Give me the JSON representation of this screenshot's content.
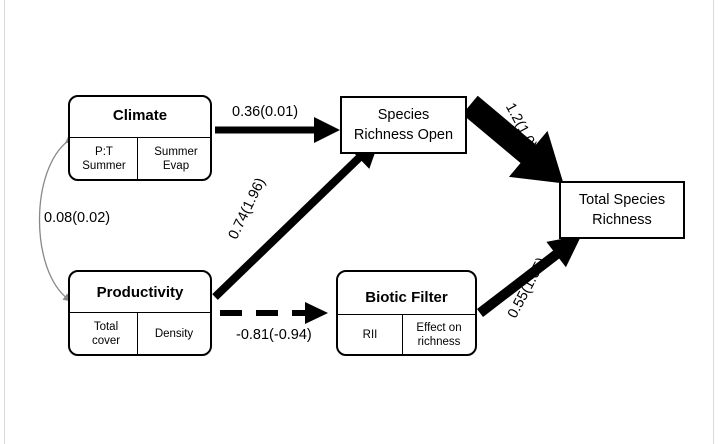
{
  "nodes": {
    "climate": {
      "title": "Climate",
      "indicators": [
        "P:T Summer",
        "Summer Evap"
      ]
    },
    "productivity": {
      "title": "Productivity",
      "indicators": [
        "Total cover",
        "Density"
      ]
    },
    "biotic_filter": {
      "title": "Biotic Filter",
      "indicators": [
        "RII",
        "Effect on richness"
      ]
    },
    "species_richness_open": {
      "label": "Species Richness Open"
    },
    "total_species_richness": {
      "label": "Total Species Richness"
    }
  },
  "paths": {
    "climate_productivity": "0.08(0.02)",
    "climate_to_sro": "0.36(0.01)",
    "productivity_to_sro": "0.74(1.96)",
    "productivity_to_biotic": "-0.81(-0.94)",
    "sro_to_total": "1.2(1.0)",
    "biotic_to_total": "0.55(1.05)"
  }
}
